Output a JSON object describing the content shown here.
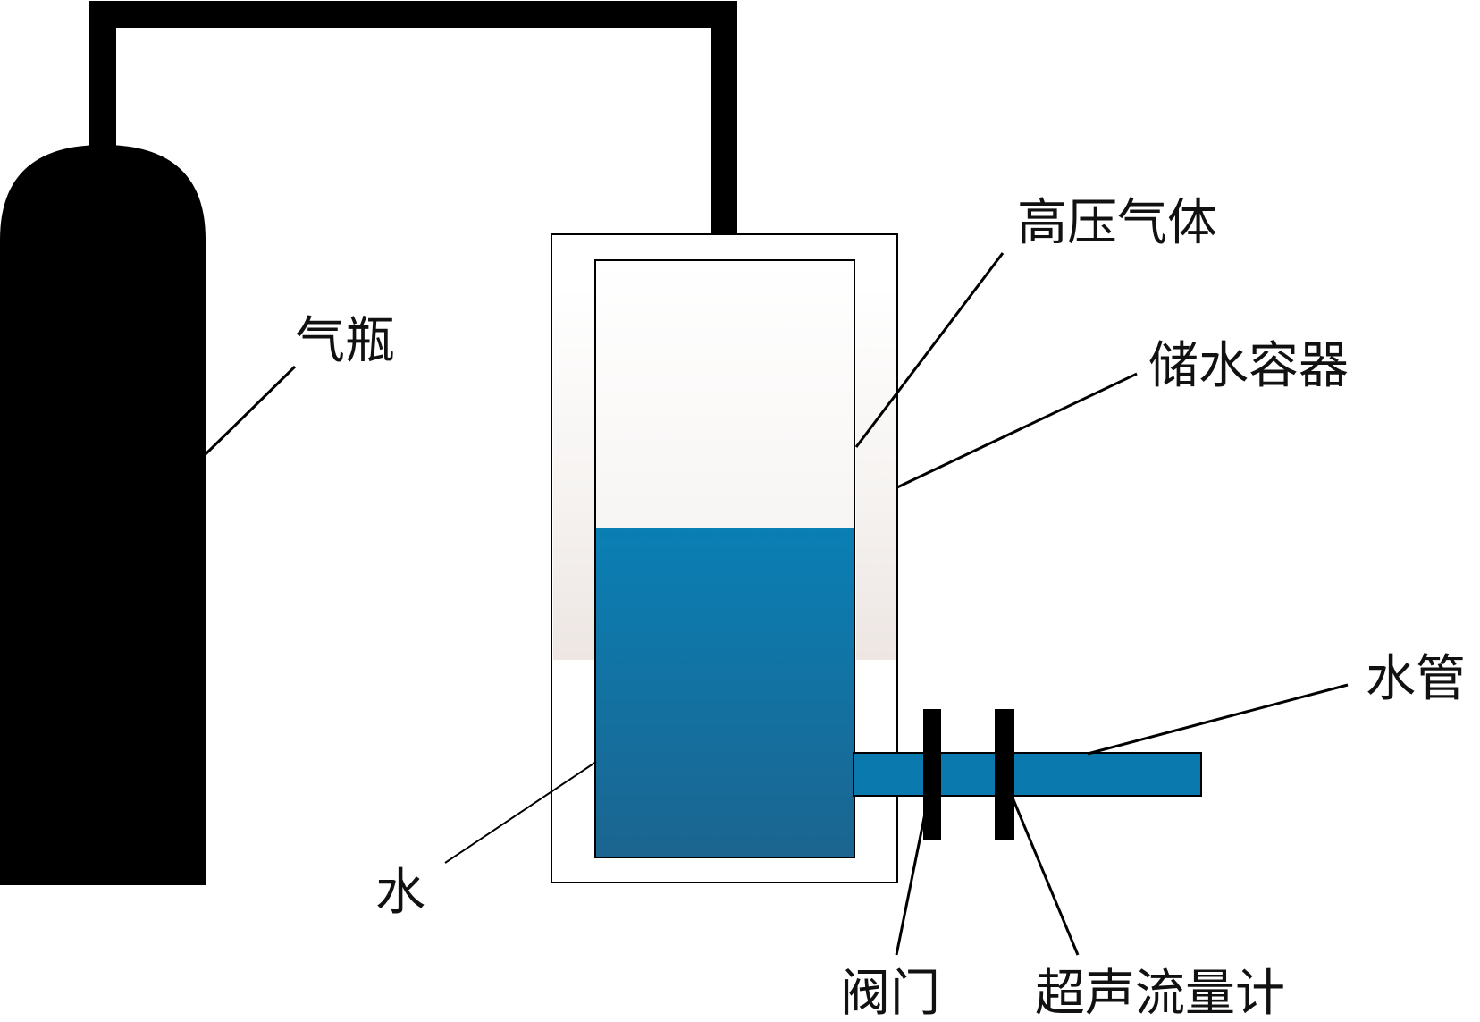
{
  "labels": {
    "cylinder": "气瓶",
    "high_pressure_gas": "高压气体",
    "water_container": "储水容器",
    "water_pipe": "水管",
    "water": "水",
    "valve": "阀门",
    "ultrasonic_flowmeter": "超声流量计"
  },
  "colors": {
    "cylinder": "#000000",
    "water_top": "#0a7fb4",
    "water_bottom": "#1a6690",
    "pipe": "#0a79ad",
    "gas_tint": "#efe9e6",
    "outline": "#000000"
  }
}
